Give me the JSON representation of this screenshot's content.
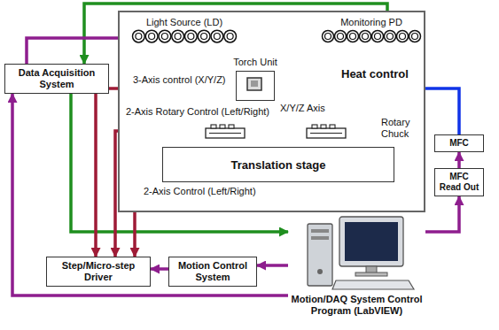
{
  "diagram": {
    "nodes": [
      {
        "text": [
          "Heat control"
        ]
      },
      {
        "text": [
          "Light Source (LD)"
        ],
        "in": 0
      },
      {
        "text": [
          "Monitoring PD"
        ],
        "in": 0
      },
      {
        "text": [
          "Torch Unit"
        ],
        "in": 0
      },
      {
        "text": [
          "Rotary Chuck"
        ],
        "in": 0
      },
      {
        "text": [
          "Translation stage"
        ],
        "in": 0
      },
      {
        "text": [
          "Data Acquisition System"
        ]
      },
      {
        "text": [
          "MFC"
        ]
      },
      {
        "text": [
          "MFC Read Out"
        ]
      },
      {
        "text": [
          "Step/Micro-step Driver"
        ]
      },
      {
        "text": [
          "Motion Control System"
        ]
      },
      {
        "text": [
          "Motion/DAQ System Control Program (LabVIEW)"
        ]
      }
    ],
    "edges": [
      {
        "from": 2,
        "to": 6,
        "arrow": "to"
      },
      {
        "from": 6,
        "to": 1,
        "arrow": "to"
      },
      {
        "from": 6,
        "to": 11,
        "arrow": "to"
      },
      {
        "from": 11,
        "to": 6,
        "arrow": "to"
      },
      {
        "from": 9,
        "to": 3,
        "label": "3-Axis control (X/Y/Z)",
        "arrow": "both"
      },
      {
        "from": 9,
        "to": 4,
        "label": "2-Axis Rotary Control (Left/Right)",
        "arrow": "both"
      },
      {
        "from": 9,
        "to": 5,
        "label": "2-Axis Control (Left/Right)",
        "arrow": "both"
      },
      {
        "from": 11,
        "to": 10,
        "arrow": "to"
      },
      {
        "from": 10,
        "to": 9,
        "arrow": "to"
      },
      {
        "from": 11,
        "to": 8,
        "arrow": "to"
      },
      {
        "from": 8,
        "to": 7,
        "arrow": "to"
      },
      {
        "from": 7,
        "to": 3,
        "arrow": "to"
      }
    ],
    "labels": [
      "X/Y/Z Axis"
    ]
  }
}
